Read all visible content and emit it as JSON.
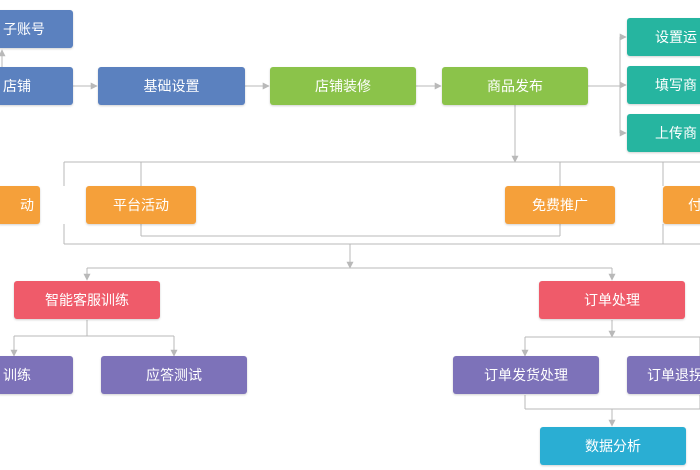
{
  "colors": {
    "blue": "#5b81bf",
    "green": "#8bc34a",
    "teal": "#26b5a0",
    "orange": "#f5a03a",
    "red": "#ef5b6a",
    "purple": "#7d72b9",
    "cyan": "#2aaed3",
    "connector": "#b9b9b9"
  },
  "nodes": {
    "sub_account": "子账号",
    "open_store": "店铺",
    "basic_settings": "基础设置",
    "store_decoration": "店铺装修",
    "product_publish": "商品发布",
    "set_shipping": "设置运",
    "fill_product": "填写商",
    "upload_product": "上传商",
    "activity_left": "动",
    "platform_activity": "平台活动",
    "free_promotion": "免费推广",
    "paid_promotion": "付",
    "smart_cs_training": "智能客服训练",
    "order_processing": "订单处理",
    "training_left": "训练",
    "response_test": "应答测试",
    "order_shipping": "订单发货处理",
    "order_refund": "订单退拐",
    "data_analysis": "数据分析"
  }
}
